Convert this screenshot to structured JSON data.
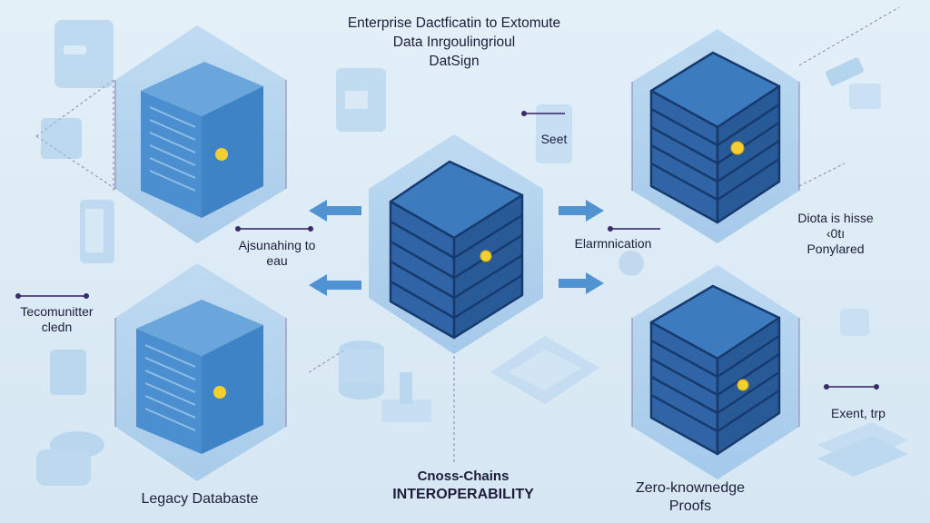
{
  "title": {
    "lines": [
      "Enterprise Dactficatin to Extomute",
      "Data Inrgoulingrioul",
      "DatSign"
    ]
  },
  "nodes": {
    "legacy_top": {
      "name": "Legacy database node (top-left)",
      "accent": "#f3cf2f"
    },
    "legacy_bottom": {
      "name": "Legacy database node (bottom-left)",
      "accent": "#f3cf2f"
    },
    "center": {
      "name": "Cross-chain hub",
      "accent": "#f3cf2f"
    },
    "zk_top": {
      "name": "Zero-knowledge node (top-right)",
      "accent": "#f3cf2f"
    },
    "zk_bottom": {
      "name": "Zero-knowledge node (bottom-right)",
      "accent": "#f3cf2f"
    }
  },
  "labels": {
    "seet": "Seet",
    "adjusting": [
      "Ajsunahing to",
      "eau"
    ],
    "elimination": "Elarmnication",
    "data_hose": [
      "Diota is hisse",
      "‹0tı",
      "Ponylared"
    ],
    "telecom": [
      "Tecomunitter",
      "cledn"
    ],
    "extent": "Exent, trp",
    "legacy_database": "Legacy Databaste",
    "cross_chains": [
      "Cnoss-Chains",
      "INTEROPERABILITY"
    ],
    "zero_knowledge": [
      "Zero-knownedge",
      "Proofs"
    ]
  },
  "colors": {
    "background": "#dfedf7",
    "hex_fill": "#a9cdeb",
    "cube_dark": "#2f65a6",
    "cube_light": "#4a8dd0",
    "arrow": "#4f93d2",
    "connector": "#5c4f86",
    "accent": "#f3cf2f"
  }
}
